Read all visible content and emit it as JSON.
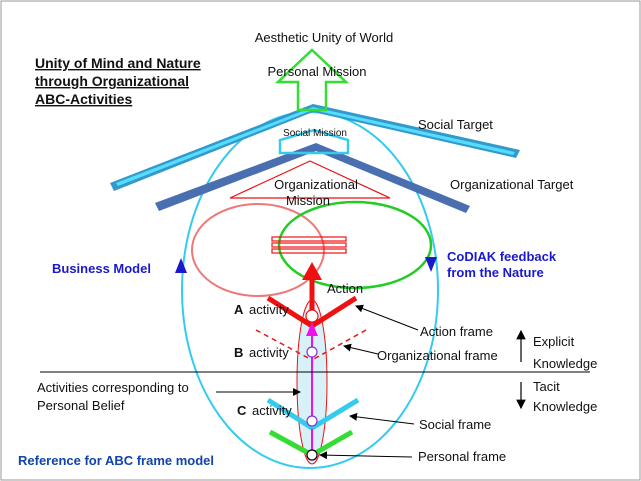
{
  "title_lines": [
    "Unity of Mind and Nature",
    "through Organizational",
    "ABC-Activities"
  ],
  "labels": {
    "aesthetic": "Aesthetic Unity of World",
    "personal_mission": "Personal Mission",
    "social_target": "Social Target",
    "social_mission": "Social Mission",
    "org_target": "Organizational Target",
    "org_mission_1": "Organizational",
    "org_mission_2": "Mission",
    "business_model": "Business Model",
    "codiak_1": "CoDIAK feedback",
    "codiak_2": "from the Nature",
    "action": "Action",
    "a_letter": "A",
    "b_letter": "B",
    "c_letter": "C",
    "activity": "activity",
    "action_frame": "Action frame",
    "org_frame": "Organizational frame",
    "explicit_1": "Explicit",
    "explicit_2": "Knowledge",
    "tacit_1": "Tacit",
    "tacit_2": "Knowledge",
    "personal_belief_1": "Activities corresponding to",
    "personal_belief_2": "Personal Belief",
    "social_frame": "Social frame",
    "personal_frame": "Personal frame",
    "reference": "Reference for ABC frame model"
  },
  "colors": {
    "cyan_line": "#33ccee",
    "blue_bar": "#3399cc",
    "dark_blue_bar": "#4a6fb0",
    "red": "#ee1111",
    "salmon": "#ee7777",
    "green": "#22cc22",
    "bright_green": "#33dd33",
    "navy_text": "#1a1acc",
    "dark_navy": "#1144aa",
    "magenta": "#ee11ee",
    "purple_circle": "#8833cc",
    "ellipse_fill": "#d8f0f8"
  }
}
